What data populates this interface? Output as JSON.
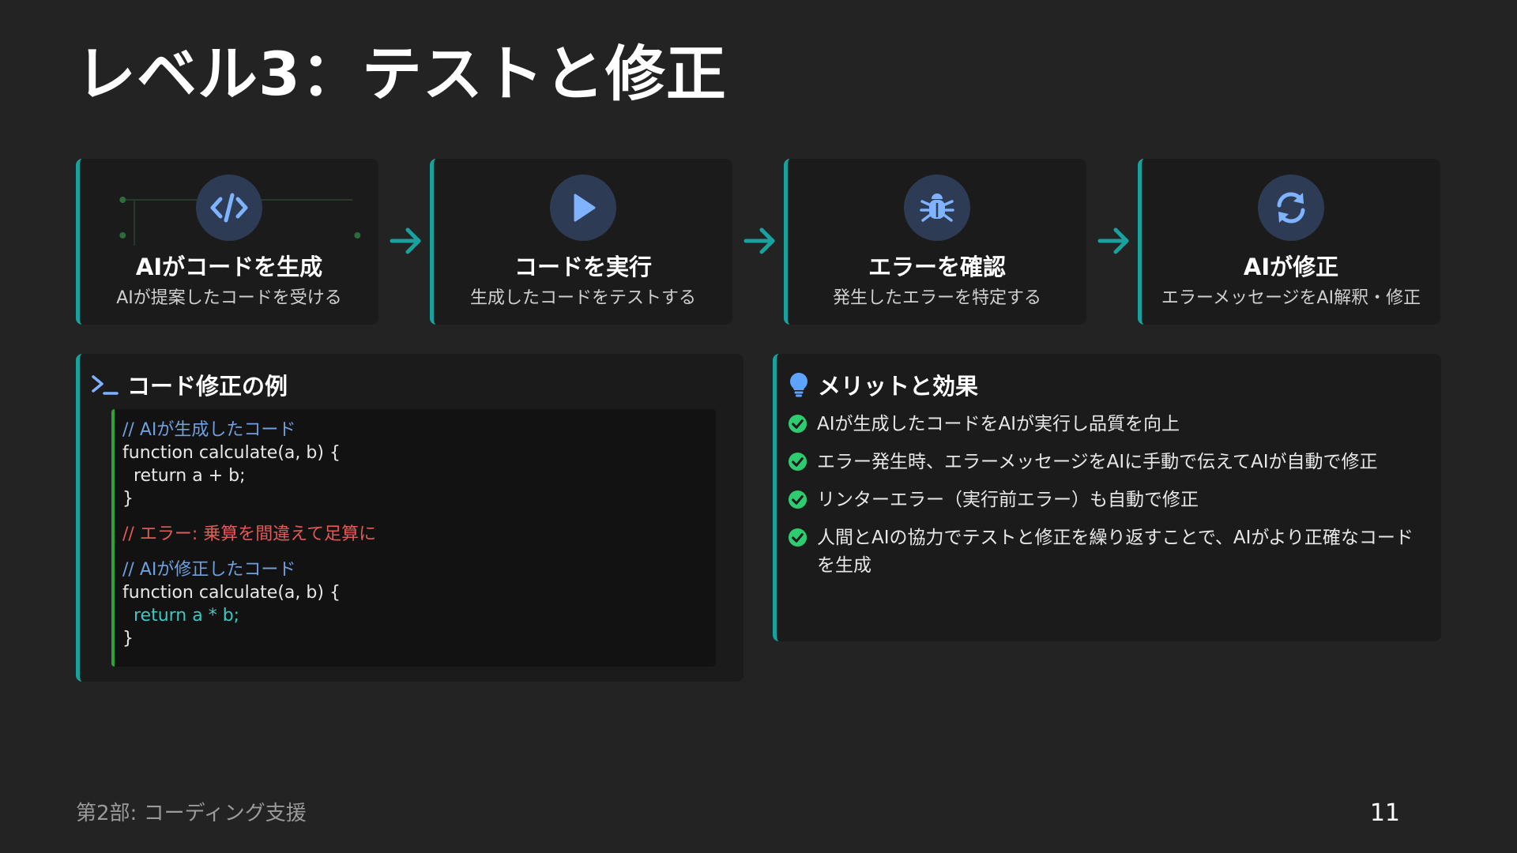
{
  "slide": {
    "title": "レベル3：テストと修正"
  },
  "steps": [
    {
      "icon": "code-icon",
      "title": "AIがコードを生成",
      "desc": "AIが提案したコードを受ける"
    },
    {
      "icon": "play-icon",
      "title": "コードを実行",
      "desc": "生成したコードをテストする"
    },
    {
      "icon": "bug-icon",
      "title": "エラーを確認",
      "desc": "発生したエラーを特定する"
    },
    {
      "icon": "refresh-icon",
      "title": "AIが修正",
      "desc": "エラーメッセージをAI解釈・修正"
    }
  ],
  "code_panel": {
    "icon": "terminal-icon",
    "title": "コード修正の例",
    "lines": [
      "// AIが生成したコード",
      "function calculate(a, b) {",
      "  return a + b;",
      "}",
      "// エラー: 乗算を間違えて足算に",
      "// AIが修正したコード",
      "function calculate(a, b) {",
      "  return a * b;",
      "}"
    ]
  },
  "benefits": {
    "icon": "lightbulb-icon",
    "title": "メリットと効果",
    "items": [
      "AIが生成したコードをAIが実行し品質を向上",
      "エラー発生時、エラーメッセージをAIに手動で伝えてAIが自動で修正",
      "リンターエラー（実行前エラー）も自動で修正",
      "人間とAIの協力でテストと修正を繰り返すことで、AIがより正確なコードを生成"
    ]
  },
  "footer": {
    "section": "第2部: コーディング支援",
    "page": "11"
  },
  "colors": {
    "background": "#232323",
    "card": "#1b1b1b",
    "accent": "#17a2a0",
    "icon_circle": "#2d3b55",
    "icon_fill": "#7fb2ff",
    "check": "#2ecc71",
    "code_comment": "#6fa0e0",
    "code_error": "#e05a56",
    "code_fix": "#3ec7c0"
  }
}
